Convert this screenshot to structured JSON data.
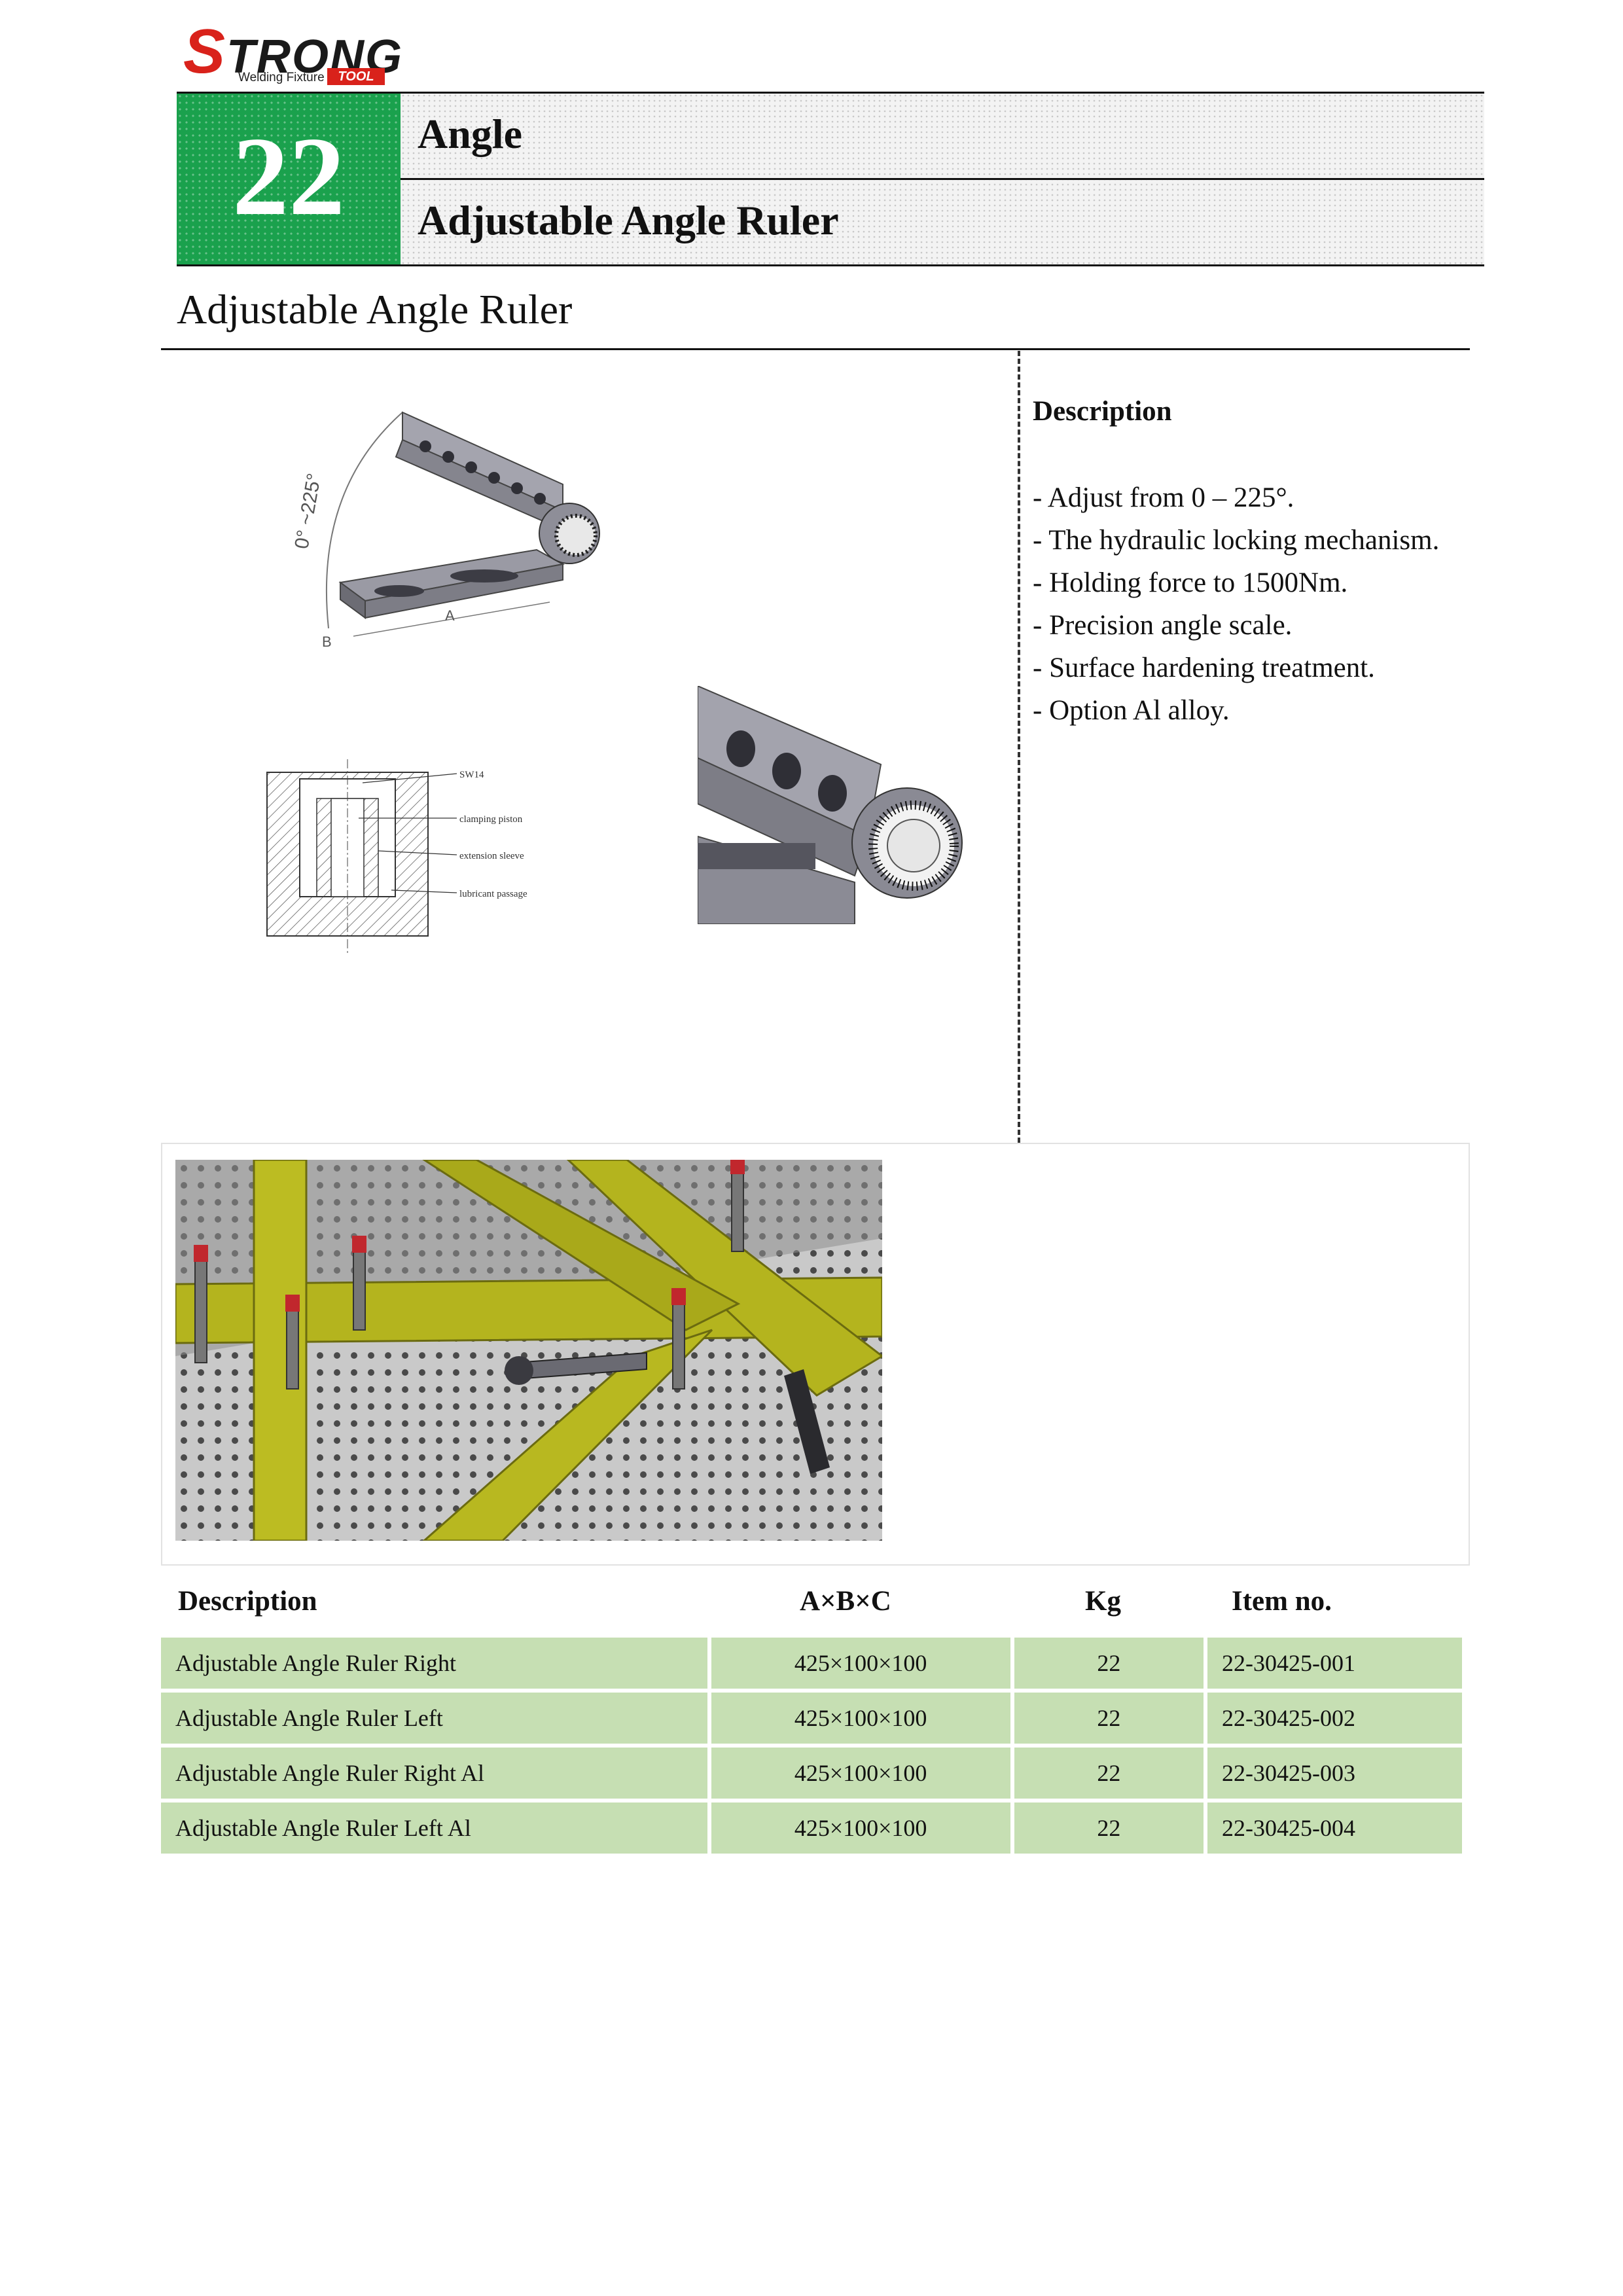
{
  "logo": {
    "brand_first": "S",
    "brand_rest": "TRONG",
    "subtitle": "Welding Fixture",
    "tag": "TOOL",
    "brand_color": "#d9221b"
  },
  "chapter": {
    "number": "22",
    "title": "Angle",
    "subtitle": "Adjustable Angle Ruler",
    "accent_color": "#1aa14d"
  },
  "section_title": "Adjustable Angle Ruler",
  "description": {
    "heading": "Description",
    "items": [
      "- Adjust from 0 – 225°.",
      "- The hydraulic locking mechanism.",
      "- Holding force to 1500Nm.",
      "- Precision angle scale.",
      "- Surface hardening treatment.",
      "- Option Al alloy."
    ]
  },
  "drawing": {
    "angle_label": "0° ~225°",
    "dim_a": "A",
    "dim_b": "B",
    "callouts": [
      "SW14",
      "clamping piston",
      "extension sleeve",
      "lubricant passage"
    ]
  },
  "table": {
    "headers": [
      "Description",
      "A×B×C",
      "Kg",
      "Item no."
    ],
    "rows": [
      [
        "Adjustable Angle Ruler Right",
        "425×100×100",
        "22",
        "22-30425-001"
      ],
      [
        "Adjustable Angle Ruler Left",
        "425×100×100",
        "22",
        "22-30425-002"
      ],
      [
        "Adjustable Angle Ruler Right Al",
        "425×100×100",
        "22",
        "22-30425-003"
      ],
      [
        "Adjustable Angle Ruler Left Al",
        "425×100×100",
        "22",
        "22-30425-004"
      ]
    ],
    "row_color": "#c6dfb3"
  }
}
